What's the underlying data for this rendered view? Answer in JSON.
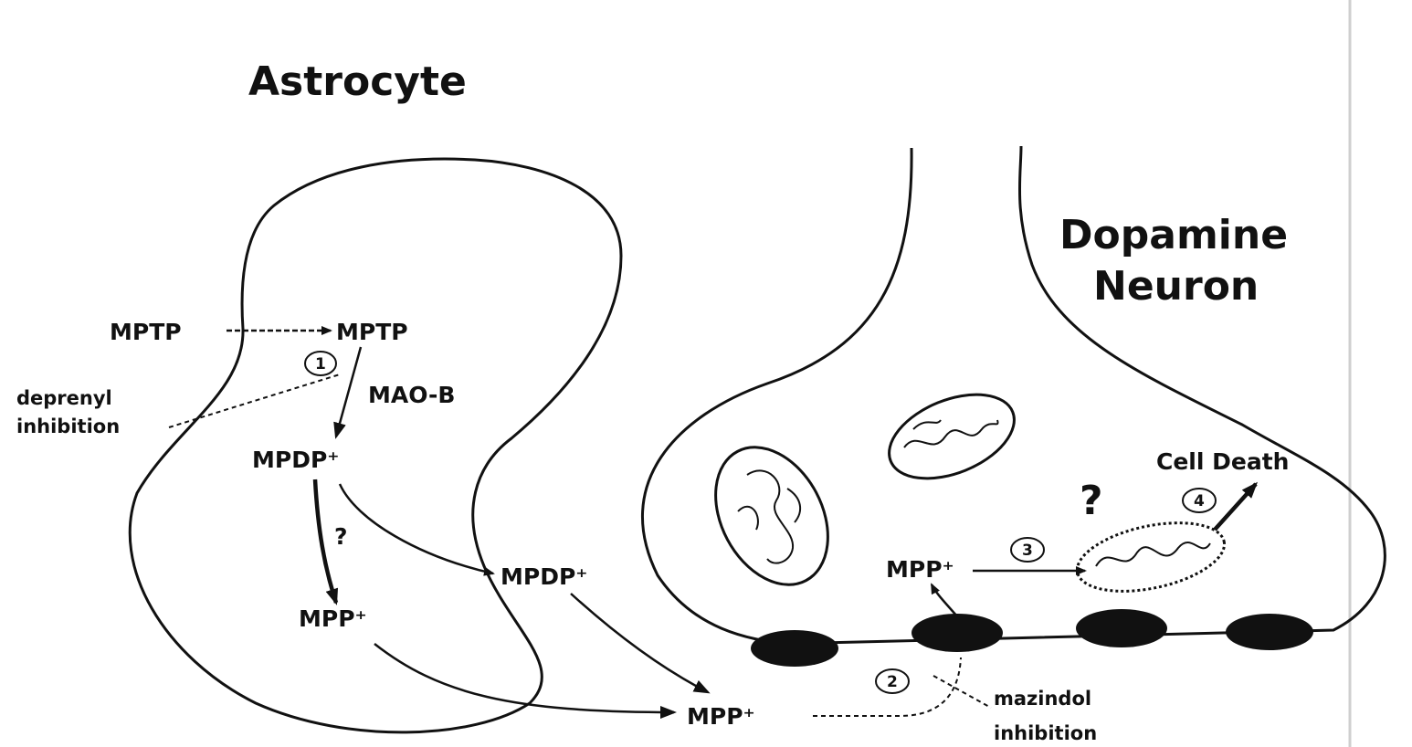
{
  "labels": {
    "astrocyte": "Astrocyte",
    "dopamine": "Dopamine",
    "neuron": "Neuron",
    "mptp_out": "MPTP",
    "mptp_in": "MPTP",
    "step1": "1",
    "mao_b": "MAO-B",
    "deprenyl": "deprenyl",
    "inhibition_left": "inhibition",
    "mpdp_inner": "MPDP⁺",
    "question_small": "?",
    "mpp_inner": "MPP⁺",
    "mpdp_outer": "MPDP⁺",
    "mpp_outer": "MPP⁺",
    "step2": "2",
    "mazindol": "mazindol",
    "inhibition_right": "inhibition",
    "mpp_neuron": "MPP⁺",
    "step3": "3",
    "question_big": "?",
    "step4": "4",
    "cell_death": "Cell Death"
  }
}
